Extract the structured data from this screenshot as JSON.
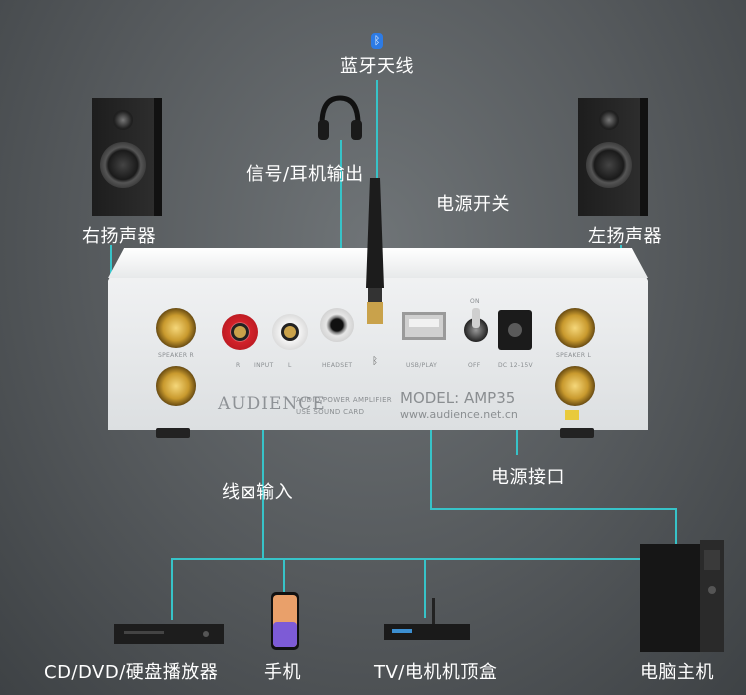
{
  "labels": {
    "bluetooth_antenna": "蓝牙天线",
    "headphone_output": "信号/耳机输出",
    "power_switch": "电源开关",
    "right_speaker": "右扬声器",
    "left_speaker": "左扬声器",
    "power_port": "电源接口",
    "line_input": "线⊠输入",
    "cd_dvd": "CD/DVD/硬盘播放器",
    "phone": "手机",
    "tv_box": "TV/电机机顶盒",
    "pc": "电脑主机"
  },
  "amp": {
    "brand": "AUDIENCE",
    "subtitle1": "AUDIO POWER AMPLIFIER",
    "subtitle2": "USE SOUND CARD",
    "model": "MODEL: AMP35",
    "url": "www.audience.net.cn",
    "speaker_r": "SPEAKER R",
    "speaker_l": "SPEAKER L",
    "r": "R",
    "input": "INPUT",
    "l": "L",
    "headset": "HEADSET",
    "usb_play": "USB/PLAY",
    "on": "ON",
    "off": "OFF",
    "dc": "DC 12-15V"
  },
  "colors": {
    "line": "#37c3c8",
    "background": "#55595c"
  }
}
